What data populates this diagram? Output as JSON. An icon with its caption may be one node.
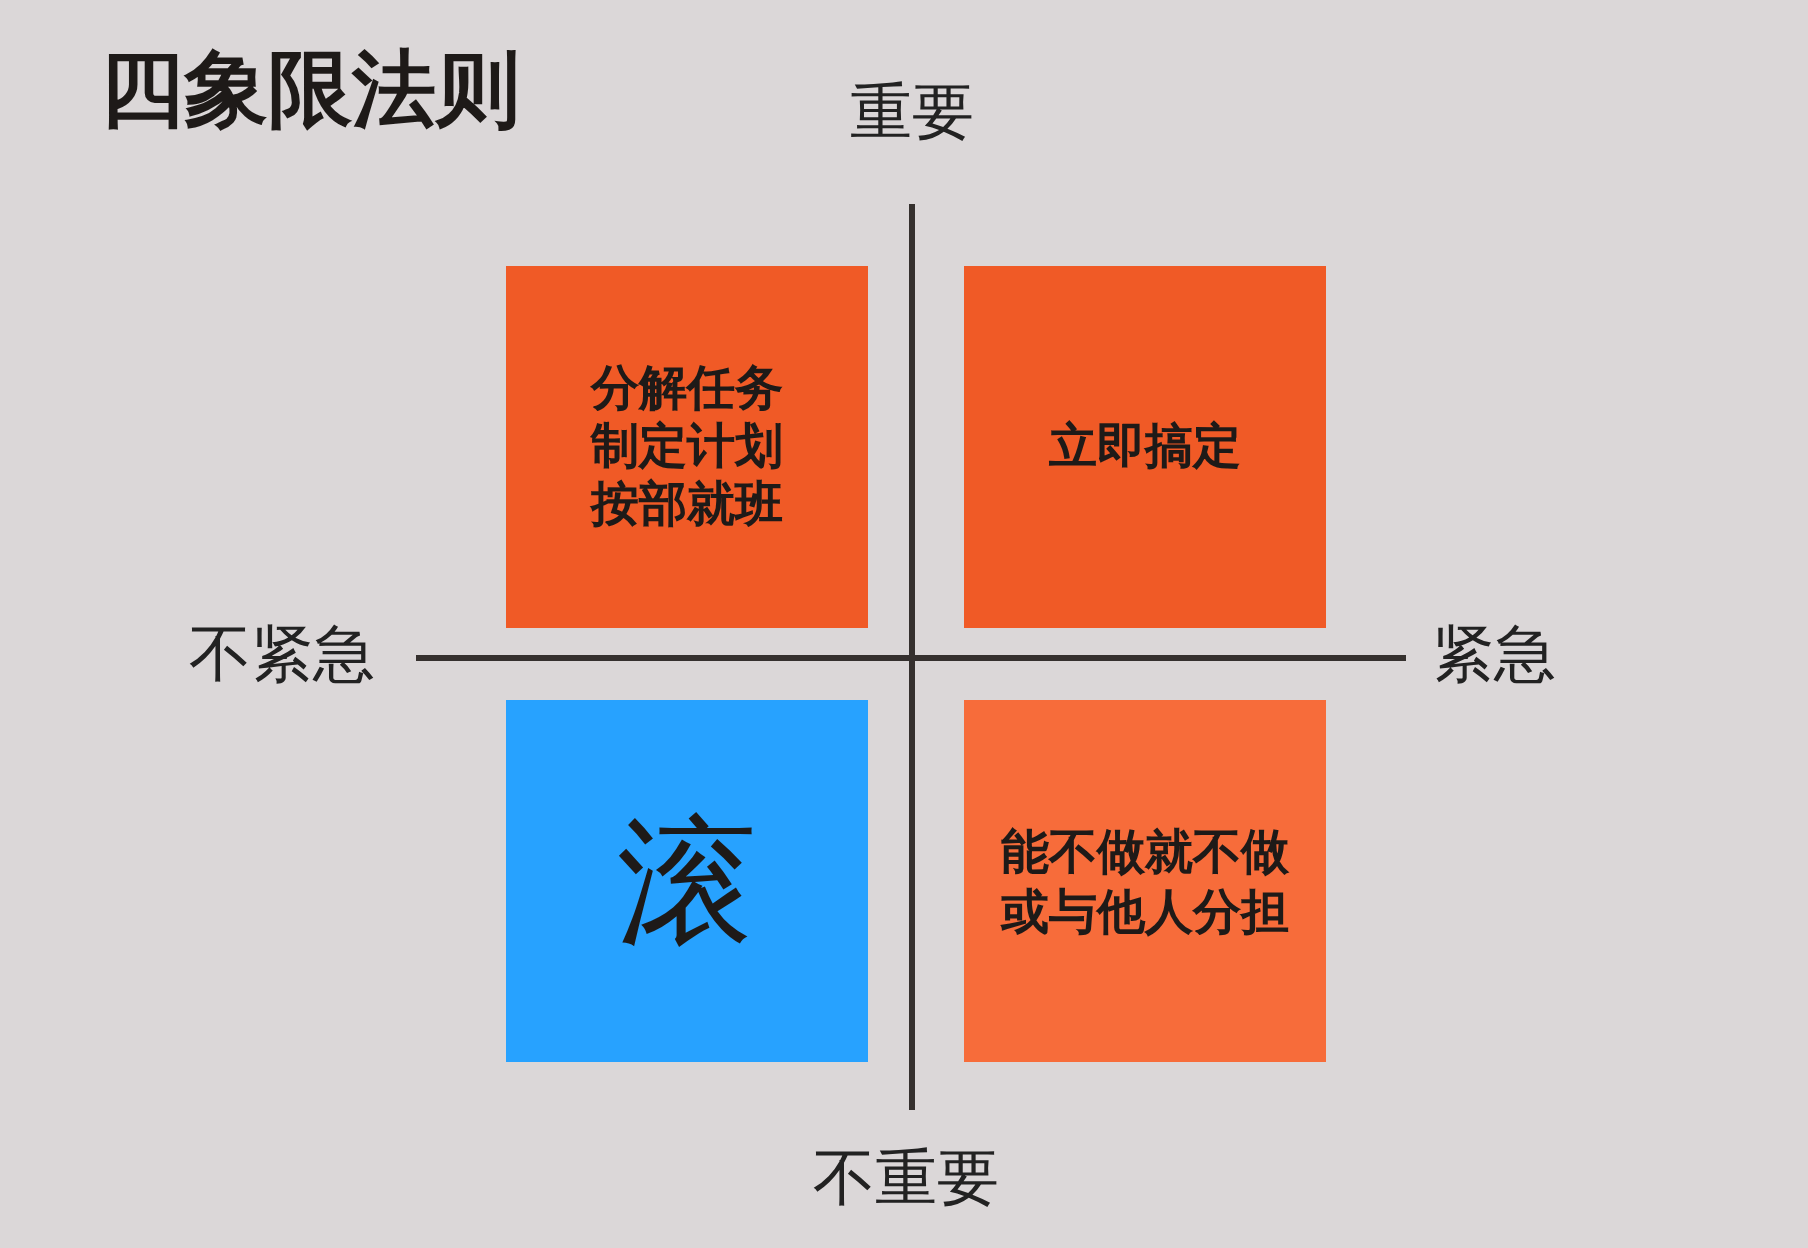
{
  "diagram": {
    "title": "四象限法则",
    "nodes": [
      {
        "text": [
          "分解任务",
          "制定计划",
          "按部就班"
        ]
      },
      {
        "text": [
          "立即搞定"
        ]
      },
      {
        "text": [
          "滚"
        ]
      },
      {
        "text": [
          "能不做就不做",
          "或与他人分担"
        ]
      }
    ],
    "labels": [
      "重要",
      "不紧急",
      "紧急",
      "不重要"
    ]
  }
}
